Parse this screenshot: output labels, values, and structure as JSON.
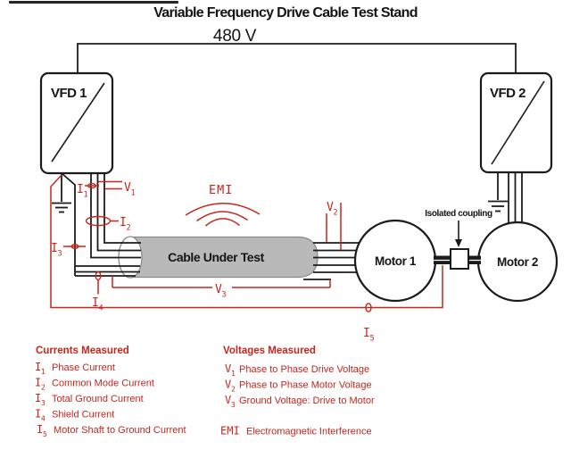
{
  "title": "Variable Frequency Drive Cable Test Stand",
  "bus_voltage": "480 V",
  "devices": {
    "vfd1": "VFD 1",
    "vfd2": "VFD 2",
    "motor1": "Motor 1",
    "motor2": "Motor 2",
    "cable": "Cable Under Test",
    "coupling": "Isolated coupling"
  },
  "probes": {
    "i1": {
      "sym": "I",
      "sub": "1",
      "label": "Phase Current"
    },
    "i2": {
      "sym": "I",
      "sub": "2",
      "label": "Common Mode Current"
    },
    "i3": {
      "sym": "I",
      "sub": "3",
      "label": "Total Ground Current"
    },
    "i4": {
      "sym": "I",
      "sub": "4",
      "label": "Shield Current"
    },
    "i5": {
      "sym": "I",
      "sub": "5",
      "label": "Motor Shaft to Ground Current"
    },
    "v1": {
      "sym": "V",
      "sub": "1",
      "label": "Phase to Phase Drive Voltage"
    },
    "v2": {
      "sym": "V",
      "sub": "2",
      "label": "Phase to Phase Motor Voltage"
    },
    "v3": {
      "sym": "V",
      "sub": "3",
      "label": "Ground Voltage: Drive to Motor"
    },
    "emi": {
      "sym": "EMI",
      "label": "Electromagnetic Interference"
    }
  },
  "legend": {
    "currents_heading": "Currents Measured",
    "voltages_heading": "Voltages Measured"
  },
  "colors": {
    "accent_red": "#c5261d",
    "cable_gray": "#b9b9b9",
    "line_black": "#1b1b1b"
  }
}
